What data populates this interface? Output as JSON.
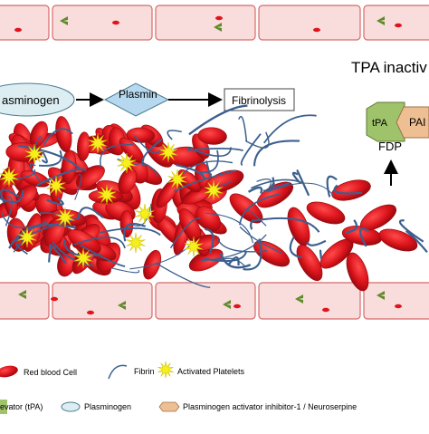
{
  "pathway": {
    "plasminogen_label": "asminogen",
    "plasmin_label": "Plasmin",
    "fibrinolysis_label": "Fibrinolysis"
  },
  "tpa": {
    "title": "TPA inactiv",
    "tpa_label": "tPA",
    "pai_label": "PAI",
    "fdp_label": "FDP"
  },
  "legend": {
    "rbc": "Red blood Cell",
    "fibrin": "Fibrin",
    "platelets": "Activated Platelets",
    "tpa": "evator (tPA)",
    "plasminogen": "Plasminogen",
    "pai": "Plasminogen activator inhibitor-1 / Neuroserpine"
  },
  "colors": {
    "vessel_fill": "#f9dcdc",
    "vessel_stroke": "#d86a6a",
    "rbc": "#e0141a",
    "rbc_dark": "#9a0b10",
    "fibrin": "#3b5f8e",
    "platelet": "#f7ef1c",
    "tpa_green": "#9fc36a",
    "pai_tan": "#eebf93",
    "plasminogen_fill": "#ddeef3",
    "plasmin_fill": "#b7d9ef"
  },
  "icons": {
    "endothelial_marker": "green-chevron-icon"
  }
}
